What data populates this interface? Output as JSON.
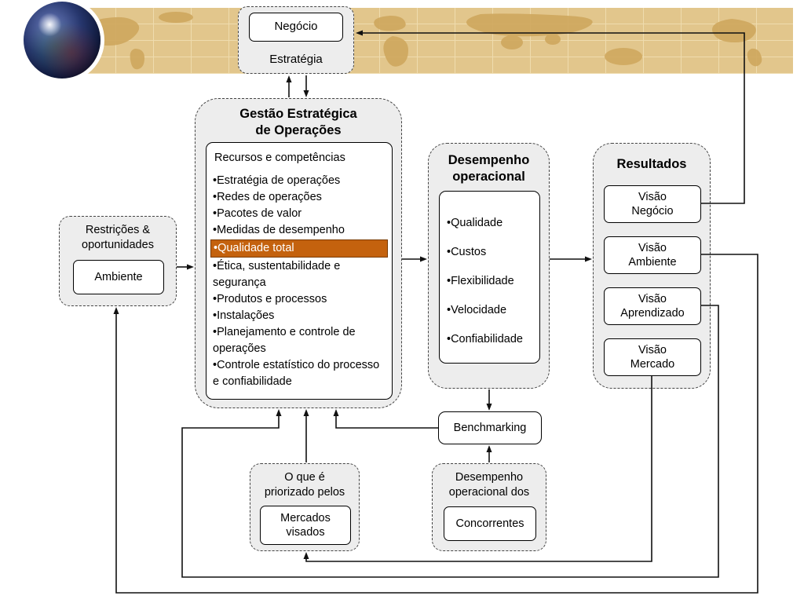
{
  "colors": {
    "banner": "#e2c68c",
    "map": "#cfa75e",
    "container_bg": "#ededed",
    "highlight_bg": "#c4620e",
    "highlight_text": "#ffffff"
  },
  "negocio": {
    "box": "Negócio",
    "label": "Estratégia"
  },
  "gestao": {
    "title": "Gestão Estratégica\nde Operações",
    "header": "Recursos e competências",
    "items": [
      "Estratégia de operações",
      "Redes de operações",
      "Pacotes de valor",
      "Medidas de desempenho",
      "Qualidade total",
      "Ética, sustentabilidade e segurança",
      "Produtos e processos",
      "Instalações",
      "Planejamento e controle de operações",
      "Controle estatístico do processo e confiabilidade"
    ],
    "highlighted_item": "Qualidade total"
  },
  "desempenho": {
    "title": "Desempenho\noperacional",
    "items": [
      "Qualidade",
      "Custos",
      "Flexibilidade",
      "Velocidade",
      "Confiabilidade"
    ]
  },
  "resultados": {
    "title": "Resultados",
    "items": [
      "Visão\nNegócio",
      "Visão\nAmbiente",
      "Visão\nAprendizado",
      "Visão\nMercado"
    ]
  },
  "restricoes": {
    "label": "Restrições &\noportunidades",
    "box": "Ambiente"
  },
  "benchmarking": {
    "label": "Benchmarking"
  },
  "mercados": {
    "label": "O que é\npriorizado pelos",
    "box": "Mercados\nvisados"
  },
  "concorrentes": {
    "label": "Desempenho\noperacional dos",
    "box": "Concorrentes"
  }
}
